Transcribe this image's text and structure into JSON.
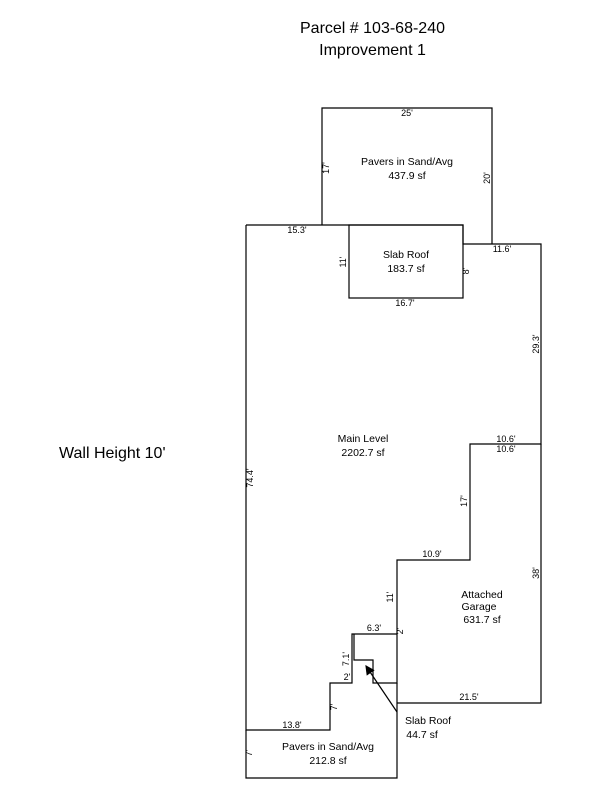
{
  "header": {
    "parcel": "Parcel # 103-68-240",
    "improvement": "Improvement 1"
  },
  "wall_height": "Wall Height 10'",
  "areas": [
    {
      "name": "Pavers in Sand/Avg",
      "area": "437.9 sf"
    },
    {
      "name": "Slab Roof",
      "area": "183.7 sf"
    },
    {
      "name": "Main Level",
      "area": "2202.7 sf"
    },
    {
      "name": "Attached",
      "name2": "Garage",
      "area": "631.7 sf"
    },
    {
      "name": "Pavers in Sand/Avg",
      "area": "212.8 sf"
    },
    {
      "name": "Slab Roof",
      "area": "44.7 sf"
    }
  ],
  "dimensions": {
    "d25": "25'",
    "d17a": "17'",
    "d20": "20'",
    "d15_3": "15.3'",
    "d11a": "11'",
    "d8": "8'",
    "d11_6": "11.6'",
    "d16_7": "16.7'",
    "d29_3": "29.3'",
    "d74_4": "74.4'",
    "d10_6a": "10.6'",
    "d10_6b": "10.6'",
    "d17b": "17'",
    "d10_9": "10.9'",
    "d38": "38'",
    "d11b": "11'",
    "d6_3": "6.3'",
    "d2a": "2'",
    "d7_1": "7.1'",
    "d2b": "2'",
    "d7a": "7'",
    "d13_8": "13.8'",
    "d21_5": "21.5'",
    "d7b": "7'"
  }
}
